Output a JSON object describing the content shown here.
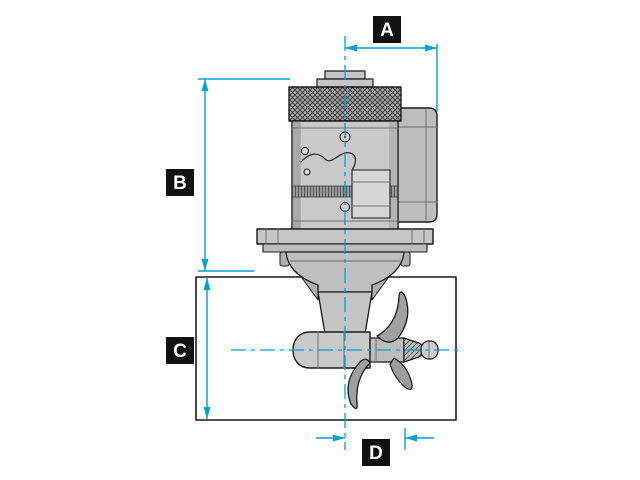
{
  "diagram": {
    "labels": {
      "a": "A",
      "b": "B",
      "c": "C",
      "d": "D"
    },
    "colors": {
      "dimension_line": "#00A0D8",
      "label_background": "#111111",
      "label_text": "#FFFFFF",
      "outline": "#1A1A1A",
      "body_fill": "#C8C8C8",
      "canvas": "#FFFFFF"
    }
  }
}
